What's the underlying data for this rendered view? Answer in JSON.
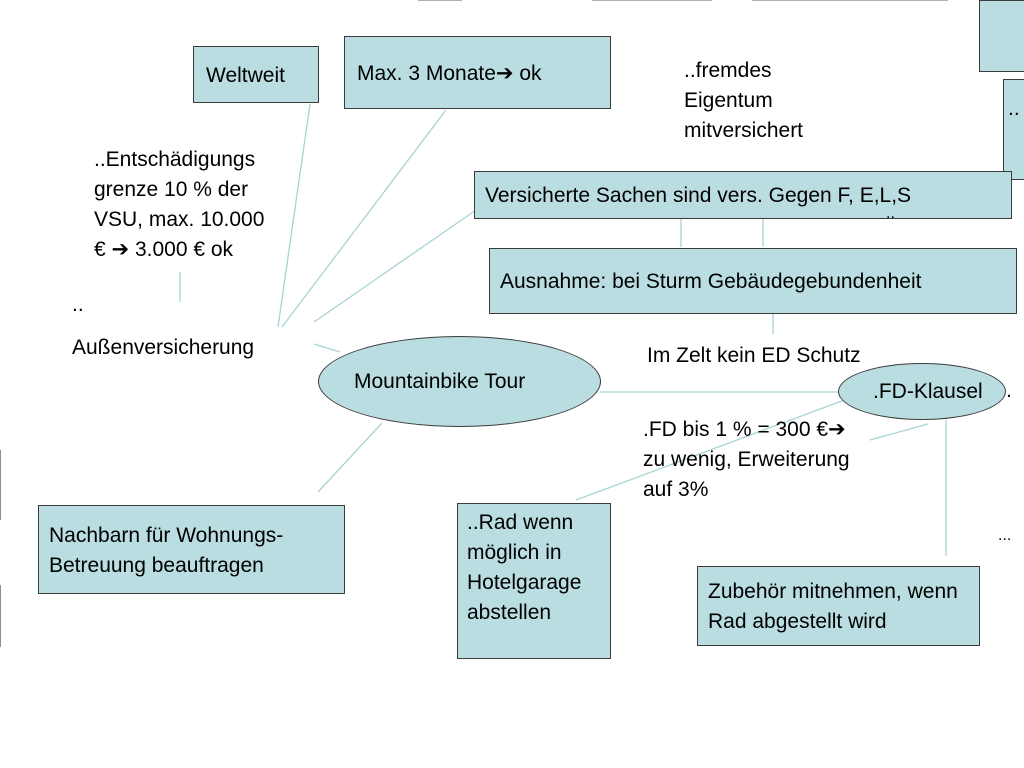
{
  "nodes": {
    "center": "Mountainbike Tour",
    "weltweit": "Weltweit",
    "monate": "Max. 3 Monate➔ ok",
    "fremdes": "..fremdes\nEigentum\nmitversichert",
    "entschaedigung": "..Entschädigungs\ngrenze 10 % der\nVSU, max. 10.000\n€ ➔ 3.000 € ok",
    "dots_left": "..",
    "aussen": "Außenversicherung",
    "versicherte": "Versicherte Sachen sind vers. Gegen F, E,L,S",
    "versicherte_dots": "..",
    "ausnahme": "Ausnahme: bei Sturm Gebäudegebundenheit",
    "zelt": "Im Zelt kein ED Schutz",
    "fd_klausel": ".FD-Klausel",
    "fd_klausel_dot": ".",
    "fd_bis": ".FD bis 1 % = 300 €➔\nzu wenig, Erweiterung\nauf 3%",
    "nachbarn": "Nachbarn für Wohnungs-\nBetreuung beauftragen",
    "rad": "..Rad wenn\nmöglich in\nHotelgarage\nabstellen",
    "zubehoer": "Zubehör mitnehmen, wenn\nRad abgestellt wird",
    "dots_right": "...",
    "edge_box_dots": ".."
  },
  "colors": {
    "box_fill": "#b9dde0",
    "box_border": "#3c3c3c",
    "connector": "#a9d3d6",
    "background": "#ffffff"
  }
}
